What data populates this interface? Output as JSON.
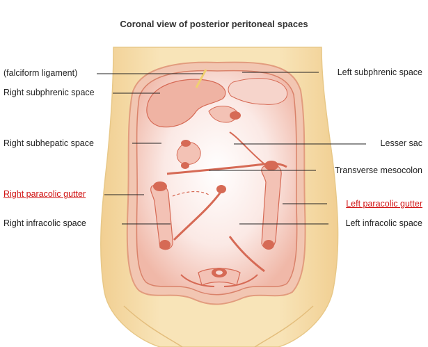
{
  "title": "Coronal view of posterior peritoneal spaces",
  "labels": {
    "falciform": "(falciform ligament)",
    "right_subphrenic": "Right subphrenic space",
    "right_subhepatic": "Right subhepatic space",
    "right_paracolic": "Right paracolic gutter",
    "right_infracolic": "Right infracolic space",
    "left_subphrenic": "Left subphrenic space",
    "lesser_sac": "Lesser sac",
    "transverse_mesocolon": "Transverse mesocolon",
    "left_paracolic": "Left paracolic gutter",
    "left_infracolic": "Left infracolic space"
  },
  "colors": {
    "skin": "#f6dfb0",
    "skin_edge": "#e8c888",
    "peritoneum_wall": "#e8977a",
    "cavity": "#f8dcd6",
    "highlight": "#fff4f1",
    "organ_edge": "#d66a55",
    "red_label": "#d01010",
    "leader": "#222222"
  }
}
